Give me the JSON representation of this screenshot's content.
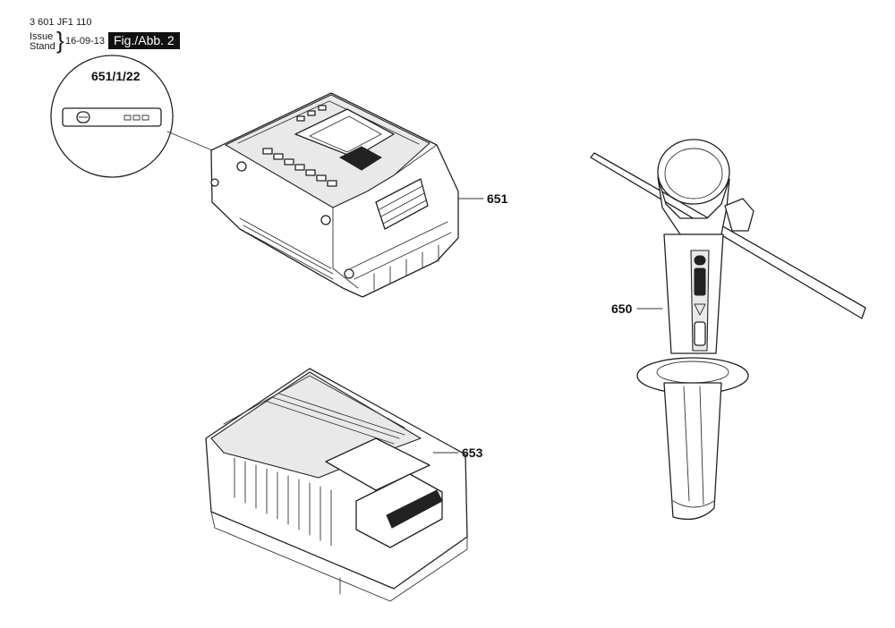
{
  "header": {
    "doc_number": "3 601 JF1 110",
    "issue_label": "Issue",
    "stand_label": "Stand",
    "issue_date": "16-09-13",
    "figure_label": "Fig./Abb. 2"
  },
  "parts": {
    "battery": {
      "label": "651"
    },
    "battery_detail": {
      "label": "651/1/22"
    },
    "side_handle": {
      "label": "650"
    },
    "charger": {
      "label": "653"
    }
  }
}
